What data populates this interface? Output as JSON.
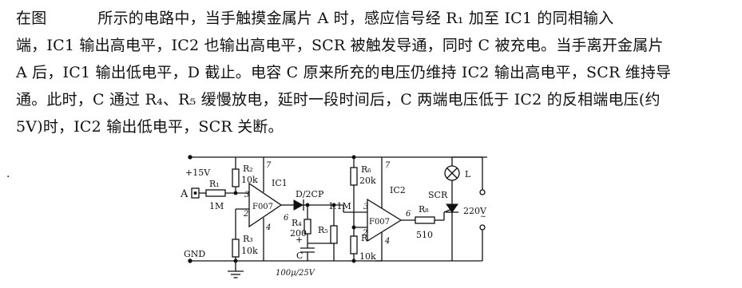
{
  "paragraph": {
    "line1_a": "在图",
    "line1_b": "所示的电路中，当手触摸金属片 A 时，感应信号经 R₁ 加至 IC1 的同相输入",
    "line2": "端，IC1 输出高电平，IC2 也输出高电平，SCR 被触发导通，同时 C 被充电。当手离开金属片",
    "line3": "A 后，IC1 输出低电平，D 截止。电容 C 原来所充的电压仍维持 IC2 输出高电平，SCR 维持导",
    "line4": "通。此时，C 通过 R₄、R₅ 缓慢放电，延时一段时间后，C 两端电压低于 IC2 的反相端电压(约",
    "line5": "5V)时，IC2 输出低电平，SCR 关断。"
  },
  "circuit": {
    "supply": "+15V",
    "gnd": "GND",
    "touch_plate": "A",
    "r1": "R₁",
    "r1_val": "1M",
    "r2": "R₂",
    "r2_val": "10k",
    "r3": "R₃",
    "r3_val": "10k",
    "ic1": "IC1",
    "ic1_type": "F007",
    "ic1_pin7": "7",
    "ic1_pin3": "3",
    "ic1_pin2": "2",
    "ic1_pin4": "4",
    "ic1_pin6": "6",
    "diode": "D/2CP",
    "r4": "R₄",
    "r4_val": "200",
    "r5": "R₅",
    "r5_val": "1.1M",
    "cap": "C",
    "cap_val": "100μ/25V",
    "r6": "R₆",
    "r6_val": "20k",
    "r7": "R₇",
    "r7_val": "10k",
    "ic2": "IC2",
    "ic2_type": "F007",
    "ic2_pin7": "7",
    "ic2_pin3": "3",
    "ic2_pin2": "2",
    "ic2_pin4": "4",
    "ic2_pin6": "6",
    "r8": "R₈",
    "r8_val": "510",
    "scr": "SCR",
    "lamp": "L",
    "mains": "220V",
    "plus": "+"
  }
}
